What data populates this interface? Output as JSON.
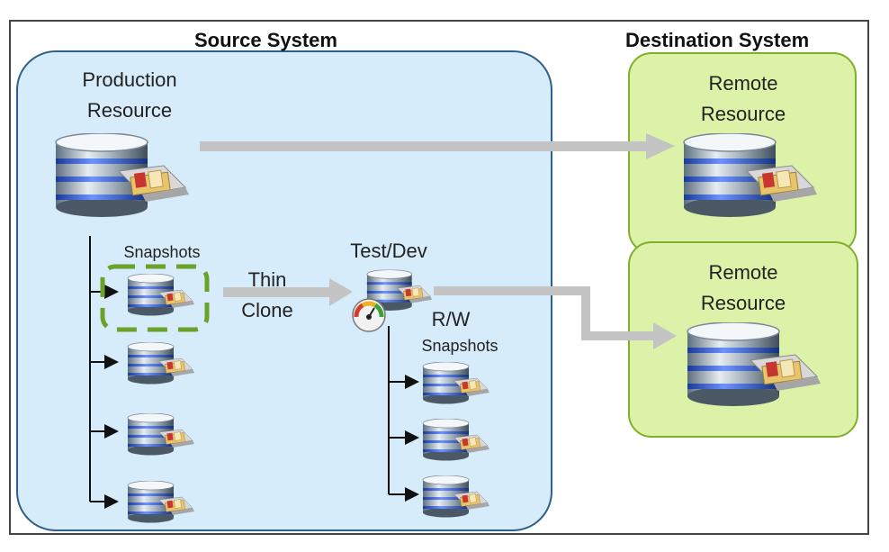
{
  "source": {
    "title": "Source System",
    "production_label": "Production\nResource",
    "snapshots_label": "Snapshots"
  },
  "clone": {
    "label_line1": "Thin",
    "label_line2": "Clone",
    "testdev_label": "Test/Dev",
    "rw_line1": "R/W",
    "rw_line2": "Snapshots"
  },
  "destination": {
    "title": "Destination System",
    "remote1_line1": "Remote",
    "remote1_line2": "Resource",
    "remote2_line1": "Remote",
    "remote2_line2": "Resource"
  },
  "icons": [
    "database-icon",
    "gauge-icon"
  ],
  "colors": {
    "source_fill": "#d7ecfa",
    "source_border": "#2d5f8a",
    "dest_fill": "#dcf2a8",
    "dest_border": "#7fb02a",
    "arrow": "#c4c4c4",
    "snapshot_highlight": "#6aa22a"
  }
}
